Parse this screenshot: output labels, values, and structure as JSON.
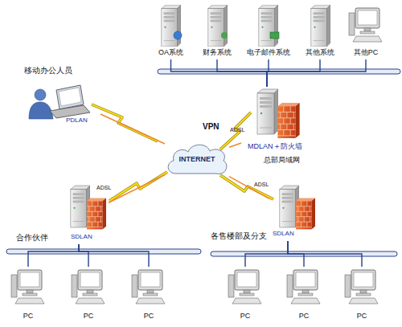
{
  "diagram": {
    "nodes": [
      {
        "text": [
          "OA系统"
        ]
      },
      {
        "text": [
          "财务系统"
        ]
      },
      {
        "text": [
          "电子邮件系统"
        ]
      },
      {
        "text": [
          "其他系统"
        ]
      },
      {
        "text": [
          "其他PC"
        ]
      },
      {
        "text": [
          "移动办公人员",
          "PDLAN"
        ]
      },
      {
        "text": [
          "INTERNET"
        ]
      },
      {
        "text": [
          "MDLAN＋防火墙",
          "总部局域网"
        ]
      },
      {
        "text": [
          "SDLAN"
        ]
      },
      {
        "text": [
          "SDLAN"
        ]
      },
      {
        "text": [
          "PC"
        ]
      },
      {
        "text": [
          "PC"
        ]
      },
      {
        "text": [
          "PC"
        ]
      },
      {
        "text": [
          "PC"
        ]
      },
      {
        "text": [
          "PC"
        ]
      },
      {
        "text": [
          "PC"
        ]
      }
    ],
    "edges": [
      {
        "from": 5,
        "to": 6,
        "arrow": "none"
      },
      {
        "from": 7,
        "to": 6,
        "label": "ADSL",
        "arrow": "none"
      },
      {
        "from": 8,
        "to": 6,
        "label": "ADSL",
        "arrow": "none"
      },
      {
        "from": 9,
        "to": 6,
        "label": "ADSL",
        "arrow": "none"
      },
      {
        "from": 7,
        "to": 0,
        "arrow": "none"
      },
      {
        "from": 7,
        "to": 1,
        "arrow": "none"
      },
      {
        "from": 7,
        "to": 2,
        "arrow": "none"
      },
      {
        "from": 7,
        "to": 3,
        "arrow": "none"
      },
      {
        "from": 7,
        "to": 4,
        "arrow": "none"
      },
      {
        "from": 8,
        "to": 10,
        "arrow": "none"
      },
      {
        "from": 8,
        "to": 11,
        "arrow": "none"
      },
      {
        "from": 8,
        "to": 12,
        "arrow": "none"
      },
      {
        "from": 9,
        "to": 13,
        "arrow": "none"
      },
      {
        "from": 9,
        "to": 14,
        "arrow": "none"
      },
      {
        "from": 9,
        "to": 15,
        "arrow": "none"
      }
    ],
    "labels": [
      "VPN",
      "合作伙伴",
      "各售楼部及分支"
    ]
  }
}
